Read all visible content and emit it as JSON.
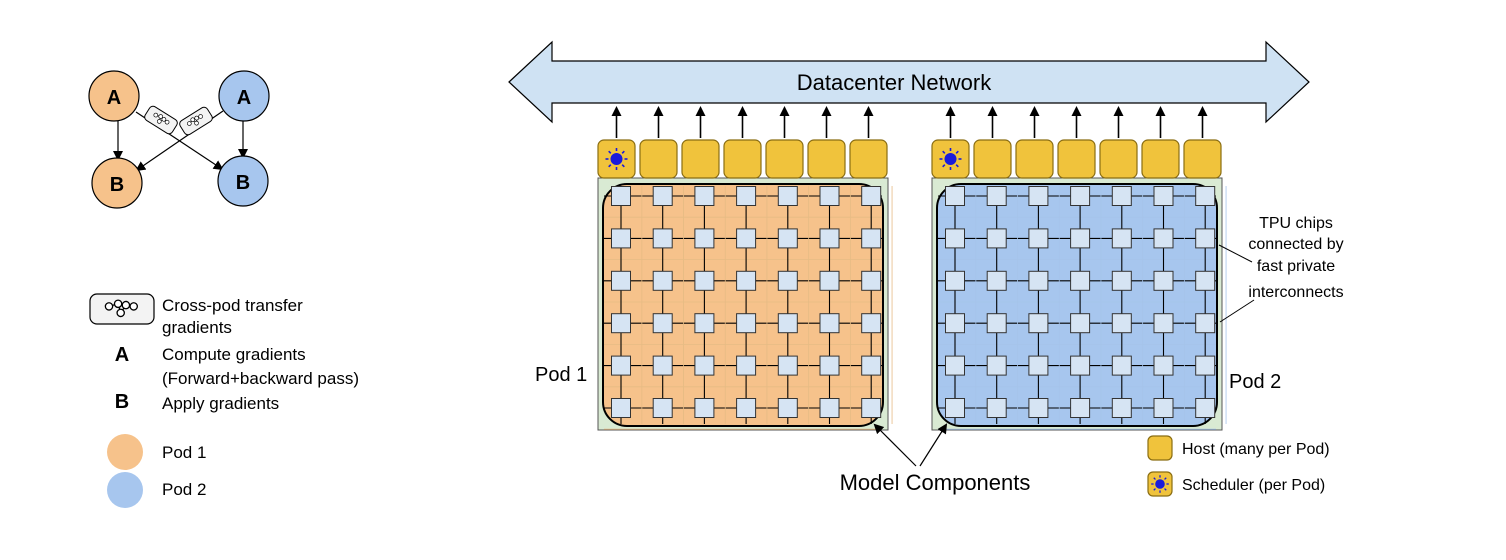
{
  "network": {
    "label": "Datacenter Network"
  },
  "dataflow": {
    "nodes": [
      {
        "label": "A",
        "pod": "pod1"
      },
      {
        "label": "A",
        "pod": "pod2"
      },
      {
        "label": "B",
        "pod": "pod1"
      },
      {
        "label": "B",
        "pod": "pod2"
      }
    ]
  },
  "legend": {
    "transfer_line1": "Cross-pod transfer",
    "transfer_line2": "gradients",
    "a_symbol": "A",
    "a_line1": "Compute gradients",
    "a_line2": "(Forward+backward pass)",
    "b_symbol": "B",
    "b_line1": "Apply gradients",
    "pod1_label": "Pod 1",
    "pod2_label": "Pod 2"
  },
  "pods": [
    {
      "label": "Pod 1",
      "rows": 6,
      "cols": 7,
      "hosts": 7
    },
    {
      "label": "Pod 2",
      "rows": 6,
      "cols": 7,
      "hosts": 7
    }
  ],
  "annotations": {
    "tpu_line1": "TPU chips",
    "tpu_line2": "connected by",
    "tpu_line3": "fast private",
    "tpu_line4": "interconnects",
    "model_components": "Model Components"
  },
  "right_legend": {
    "host": "Host (many per Pod)",
    "scheduler": "Scheduler (per Pod)"
  },
  "colors": {
    "pod1_fill": "#f6c28b",
    "pod2_fill": "#a7c6ee",
    "pod1_grid": "#e6bb84",
    "pod2_grid": "#a5c4ea",
    "chip": "#d6e4f3",
    "host": "#f0c33c",
    "host_border": "#8a6d12",
    "network": "#cfe2f3",
    "pod_frame": "#d9ead3",
    "scheduler": "#1a1adb"
  }
}
